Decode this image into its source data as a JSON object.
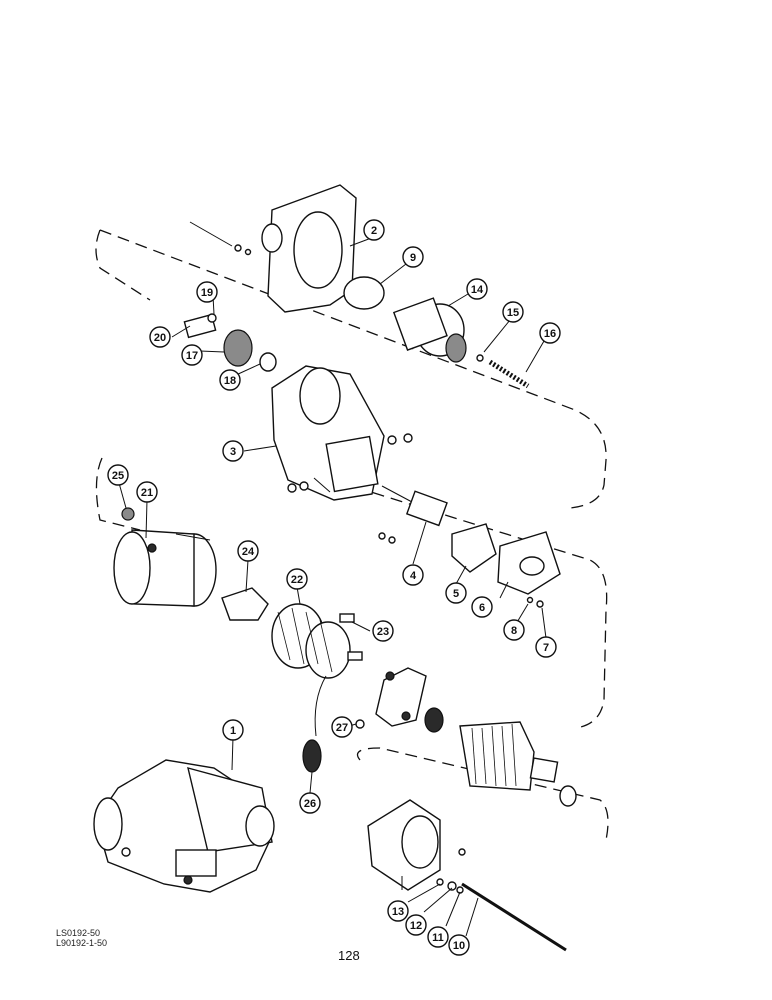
{
  "callouts": [
    "1",
    "2",
    "3",
    "4",
    "5",
    "6",
    "7",
    "8",
    "9",
    "10",
    "11",
    "12",
    "13",
    "14",
    "15",
    "16",
    "17",
    "18",
    "19",
    "20",
    "21",
    "22",
    "23",
    "24",
    "25",
    "26",
    "27"
  ],
  "reference_codes": [
    "LS0192-50",
    "L90192-1-50"
  ],
  "page_number": "128"
}
